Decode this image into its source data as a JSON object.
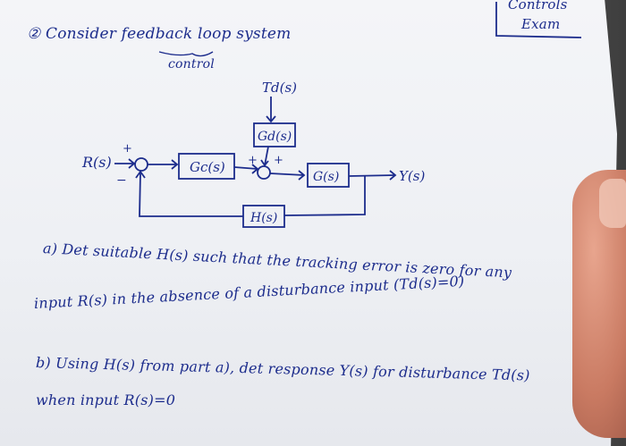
{
  "header": {
    "heading": "② Consider feedback loop system",
    "subword": "control",
    "corner_line1": "Controls",
    "corner_line2": "Exam"
  },
  "diagram": {
    "input_label": "R(s)",
    "output_label": "Y(s)",
    "disturbance_label": "Td(s)",
    "block_gc": "Gc(s)",
    "block_gd": "Gd(s)",
    "block_g": "G(s)",
    "block_h": "H(s)",
    "sum1_plus": "+",
    "sum1_minus": "−",
    "sum2_plus_left": "+",
    "sum2_plus_top": "+"
  },
  "questions": {
    "a_line1": "a) Det suitable H(s) such that the tracking error is zero for any",
    "a_line2": "input R(s) in the absence of a disturbance input (Td(s)=0)",
    "b_line1": "b) Using H(s) from part a), det response Y(s) for disturbance Td(s)",
    "b_line2": "when input R(s)=0"
  },
  "colors": {
    "ink": "#1c2c8c",
    "paper": "#f1f2f6"
  }
}
